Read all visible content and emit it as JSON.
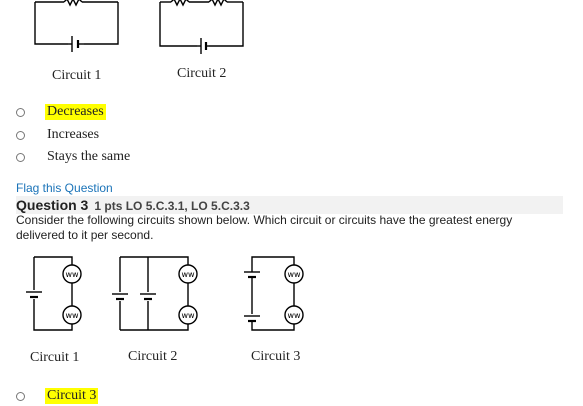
{
  "top_circuits": {
    "circuit1_label": "Circuit 1",
    "circuit2_label": "Circuit 2"
  },
  "question2_options": [
    {
      "label": "Decreases",
      "highlighted": true
    },
    {
      "label": "Increases",
      "highlighted": false
    },
    {
      "label": "Stays the same",
      "highlighted": false
    }
  ],
  "flag_label": "Flag this Question",
  "question3": {
    "title": "Question 3",
    "points": "1 pts LO 5.C.3.1, LO 5.C.3.3",
    "text": "Consider the following circuits shown below. Which circuit or circuits have the greatest energy delivered to it per second.",
    "circuit1_label": "Circuit 1",
    "circuit2_label": "Circuit 2",
    "circuit3_label": "Circuit 3",
    "first_option": "Circuit 3"
  },
  "colors": {
    "highlight": "#ffff00",
    "link": "#1a73b8",
    "header_bg": "#f2f2f2"
  }
}
